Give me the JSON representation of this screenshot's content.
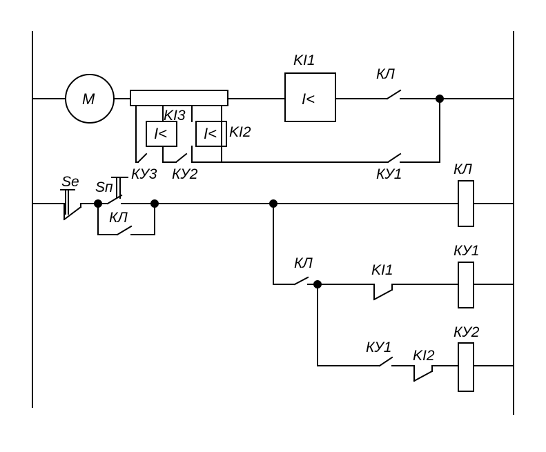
{
  "diagram": {
    "motor": {
      "label": "M"
    },
    "relays": {
      "ki1": {
        "label": "KI1",
        "symbol": "I<"
      },
      "ki2": {
        "label": "KI2",
        "symbol": "I<"
      },
      "ki3": {
        "label": "KI3",
        "symbol": "I<"
      }
    },
    "contacts": {
      "kl_top": "КЛ",
      "ku3": "КУ3",
      "ku2": "КУ2",
      "ku1_top": "КУ1",
      "kl_hold": "КЛ",
      "kl_mid": "КЛ",
      "ki1_nc": "KI1",
      "ku1_low": "КУ1",
      "ki2_nc": "KI2"
    },
    "buttons": {
      "stop": "Se",
      "start": "Sп"
    },
    "coils": {
      "kl": "КЛ",
      "ku1": "КУ1",
      "ku2": "КУ2"
    }
  }
}
